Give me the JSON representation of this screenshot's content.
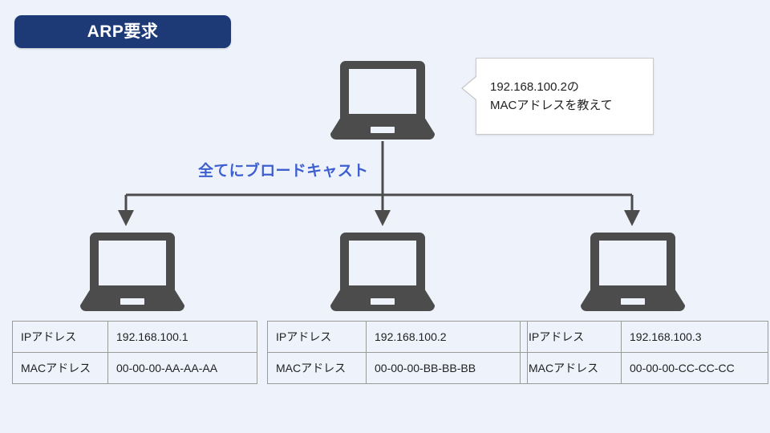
{
  "title": {
    "label": "ARP要求"
  },
  "colors": {
    "background": "#eef3fb",
    "badge": "#1d3a77",
    "badge_text": "#ffffff",
    "device": "#4c4c4c",
    "accent_blue": "#3d5fd0",
    "connector": "#4c4c4c",
    "table_border": "#9a9a9a",
    "bubble_background": "#ffffff",
    "bubble_border": "#c9c9c9"
  },
  "bubble": {
    "text": "192.168.100.2の\nMACアドレスを教えて"
  },
  "broadcast": {
    "label": "全てにブロードキャスト"
  },
  "devices": {
    "source": {
      "icon": "laptop-icon",
      "name": "source-laptop"
    },
    "targets": [
      {
        "icon": "laptop-icon",
        "name": "target-laptop-1"
      },
      {
        "icon": "laptop-icon",
        "name": "target-laptop-2"
      },
      {
        "icon": "laptop-icon",
        "name": "target-laptop-3"
      }
    ]
  },
  "tables": [
    {
      "rows": [
        {
          "label": "IPアドレス",
          "value": "192.168.100.1"
        },
        {
          "label": "MACアドレス",
          "value": "00-00-00-AA-AA-AA"
        }
      ]
    },
    {
      "rows": [
        {
          "label": "IPアドレス",
          "value": "192.168.100.2"
        },
        {
          "label": "MACアドレス",
          "value": "00-00-00-BB-BB-BB"
        }
      ]
    },
    {
      "rows": [
        {
          "label": "IPアドレス",
          "value": "192.168.100.3"
        },
        {
          "label": "MACアドレス",
          "value": "00-00-00-CC-CC-CC"
        }
      ]
    }
  ]
}
